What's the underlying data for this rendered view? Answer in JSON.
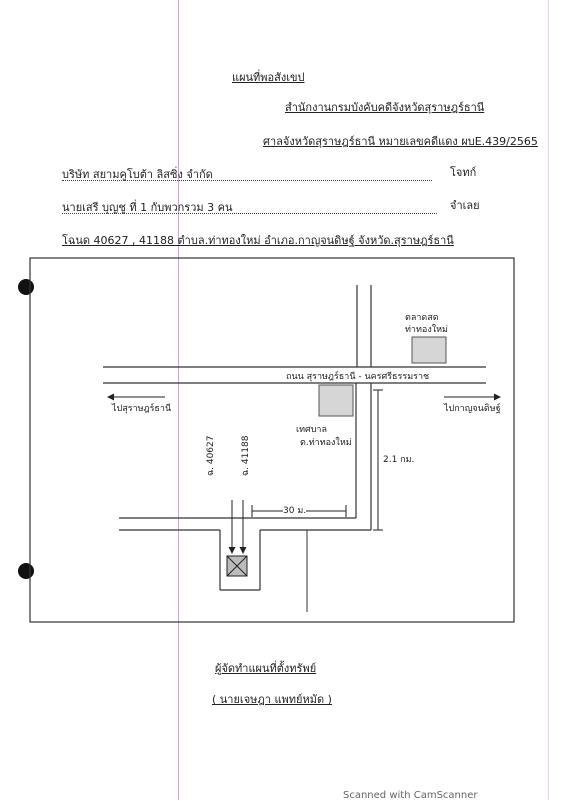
{
  "header": {
    "title": "แผนที่พอสังเขป",
    "office": "สำนักงานกรมบังคับคดีจังหวัดสุราษฎร์ธานี",
    "court_case": "ศาลจังหวัดสุราษฎร์ธานี   หมายเลขคดีแดง ผบE.439/2565"
  },
  "parties": {
    "plaintiff_name": "บริษัท สยามคูโบต้า ลิสซิ่ง จำกัด",
    "plaintiff_role": "โจทก์",
    "defendant_name": "นายเสรี บุญชู ที่ 1 กับพวกรวม 3 คน",
    "defendant_role": "จำเลย"
  },
  "deed_line": "โฉนด 40627 , 41188  ตำบล.ท่าทองใหม่  อำเภอ.กาญจนดิษฐ์  จังหวัด.สุราษฎร์ธานี",
  "map": {
    "market_label_1": "ตลาดสด",
    "market_label_2": "ท่าทองใหม่",
    "road_label": "ถนน สุราษฎร์ธานี - นครศรีธรรมราช",
    "to_left": "ไปสุราษฎร์ธานี",
    "to_right": "ไปกาญจนดิษฐ์",
    "municipality_1": "เทศบาล",
    "municipality_2": "ต.ท่าทองใหม่",
    "distance_km": "2.1 กม.",
    "distance_m": "30 ม.",
    "deed_1": "ฉ. 40627",
    "deed_2": "ฉ. 41188"
  },
  "footer": {
    "maker_label": "ผู้จัดทำแผนที่ตั้งทรัพย์",
    "maker_name": "( นายเจษฎา แพทย์หมัด )",
    "scan_note": "Scanned with CamScanner"
  }
}
